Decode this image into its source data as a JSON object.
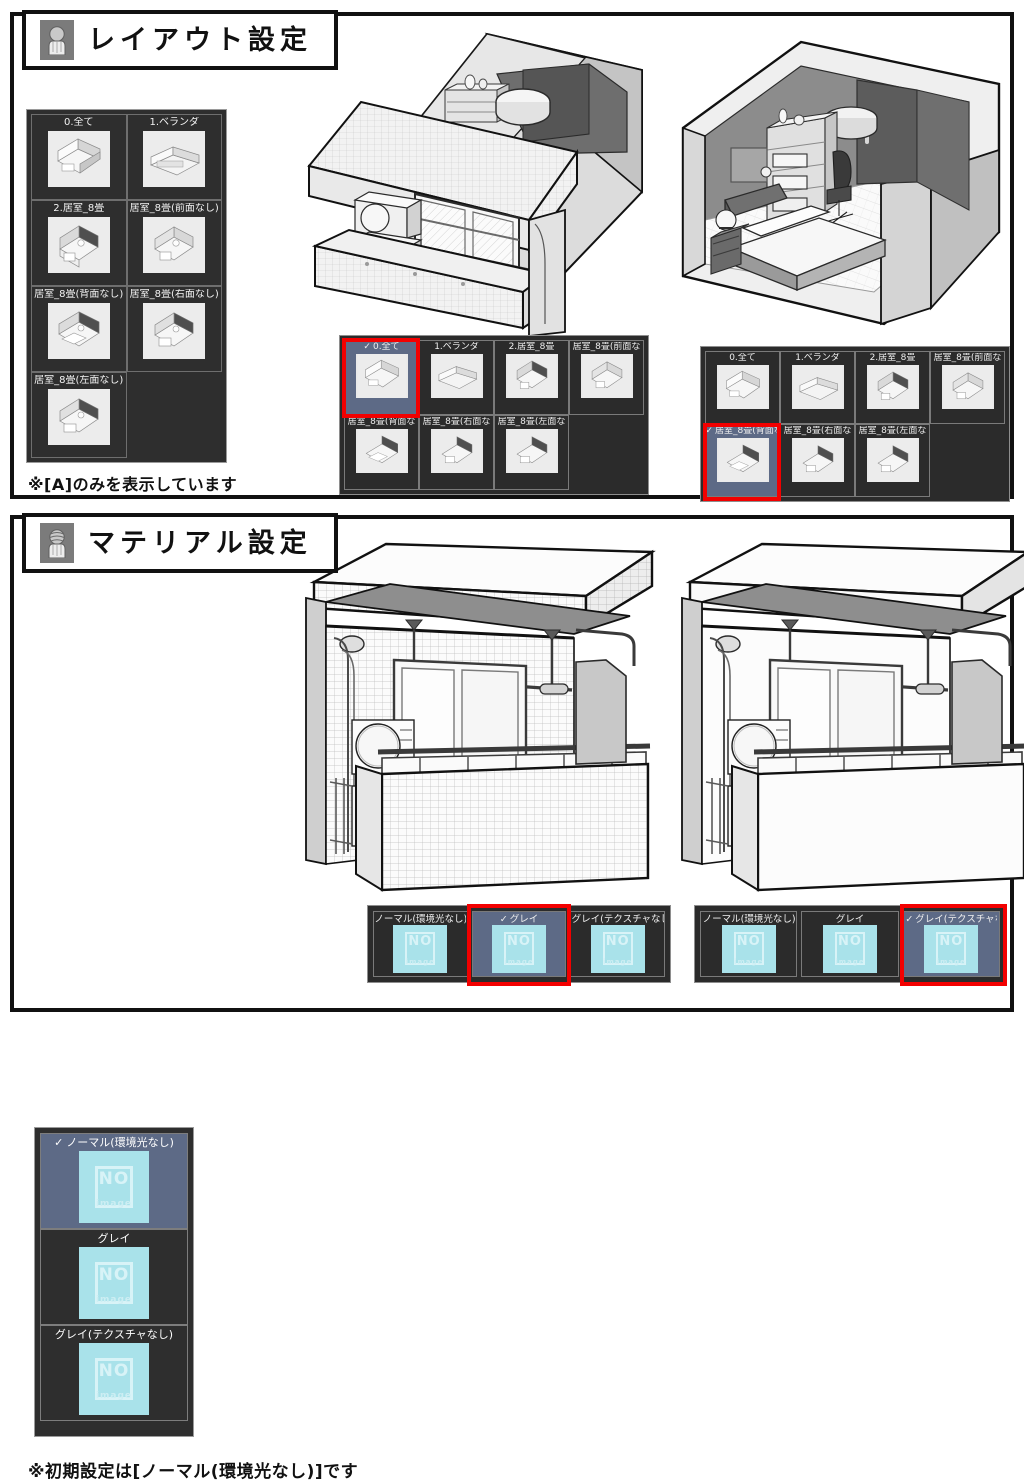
{
  "sections": {
    "layout": {
      "title": "レイアウト設定",
      "icon": "material-sphere-hand-icon",
      "note": "※[A]のみを表示しています",
      "items": [
        {
          "label": "0.全て"
        },
        {
          "label": "1.ベランダ"
        },
        {
          "label": "2.居室_8畳"
        },
        {
          "label": "居室_8畳(前面なし)"
        },
        {
          "label": "居室_8畳(背面なし)"
        },
        {
          "label": "居室_8畳(右面なし)"
        },
        {
          "label": "居室_8畳(左面なし)"
        }
      ],
      "viewport_left": {
        "scene": "balcony-exterior-full",
        "strip": [
          {
            "label": "0.全て",
            "selected": true
          },
          {
            "label": "1.ベランダ",
            "selected": false
          },
          {
            "label": "2.居室_8畳",
            "selected": false
          },
          {
            "label": "居室_8畳(前面な",
            "selected": false
          },
          {
            "label": "居室_8畳(背面な",
            "selected": false
          },
          {
            "label": "居室_8畳(右面な",
            "selected": false
          },
          {
            "label": "居室_8畳(左面な",
            "selected": false
          }
        ]
      },
      "viewport_right": {
        "scene": "bedroom-interior",
        "strip": [
          {
            "label": "0.全て",
            "selected": false
          },
          {
            "label": "1.ベランダ",
            "selected": false
          },
          {
            "label": "2.居室_8畳",
            "selected": false
          },
          {
            "label": "居室_8畳(前面な",
            "selected": false
          },
          {
            "label": "居室_8畳(背面な",
            "selected": true
          },
          {
            "label": "居室_8畳(右面な",
            "selected": false
          },
          {
            "label": "居室_8畳(左面な",
            "selected": false
          }
        ]
      }
    },
    "material": {
      "title": "マテリアル設定",
      "icon": "striped-sphere-hand-icon",
      "note": "※初期設定は[ノーマル(環境光なし)]です",
      "items": [
        {
          "label": "ノーマル(環境光なし)",
          "selected": true,
          "thumb": "NO",
          "thumb_sub": "image"
        },
        {
          "label": "グレイ",
          "selected": false,
          "thumb": "NO",
          "thumb_sub": "image"
        },
        {
          "label": "グレイ(テクスチャなし)",
          "selected": false,
          "thumb": "NO",
          "thumb_sub": "image"
        }
      ],
      "viewport_left": {
        "scene": "balcony-textured",
        "strip": [
          {
            "label": "ノーマル(環境光なし)",
            "selected": false
          },
          {
            "label": "グレイ",
            "selected": true
          },
          {
            "label": "グレイ(テクスチャなし)",
            "selected": false
          }
        ]
      },
      "viewport_right": {
        "scene": "balcony-untextured",
        "strip": [
          {
            "label": "ノーマル(環境光なし)",
            "selected": false
          },
          {
            "label": "グレイ",
            "selected": false
          },
          {
            "label": "グレイ(テクスチャなし)",
            "selected": true
          }
        ]
      }
    }
  },
  "colors": {
    "selection_red": "#f20000",
    "selected_row": "#5d6a86",
    "panel_dark": "#2e2e2e",
    "noimage_cyan": "#a9e2ea",
    "icon_gray": "#7b7b7b"
  },
  "glyphs": {
    "check": "✓"
  }
}
